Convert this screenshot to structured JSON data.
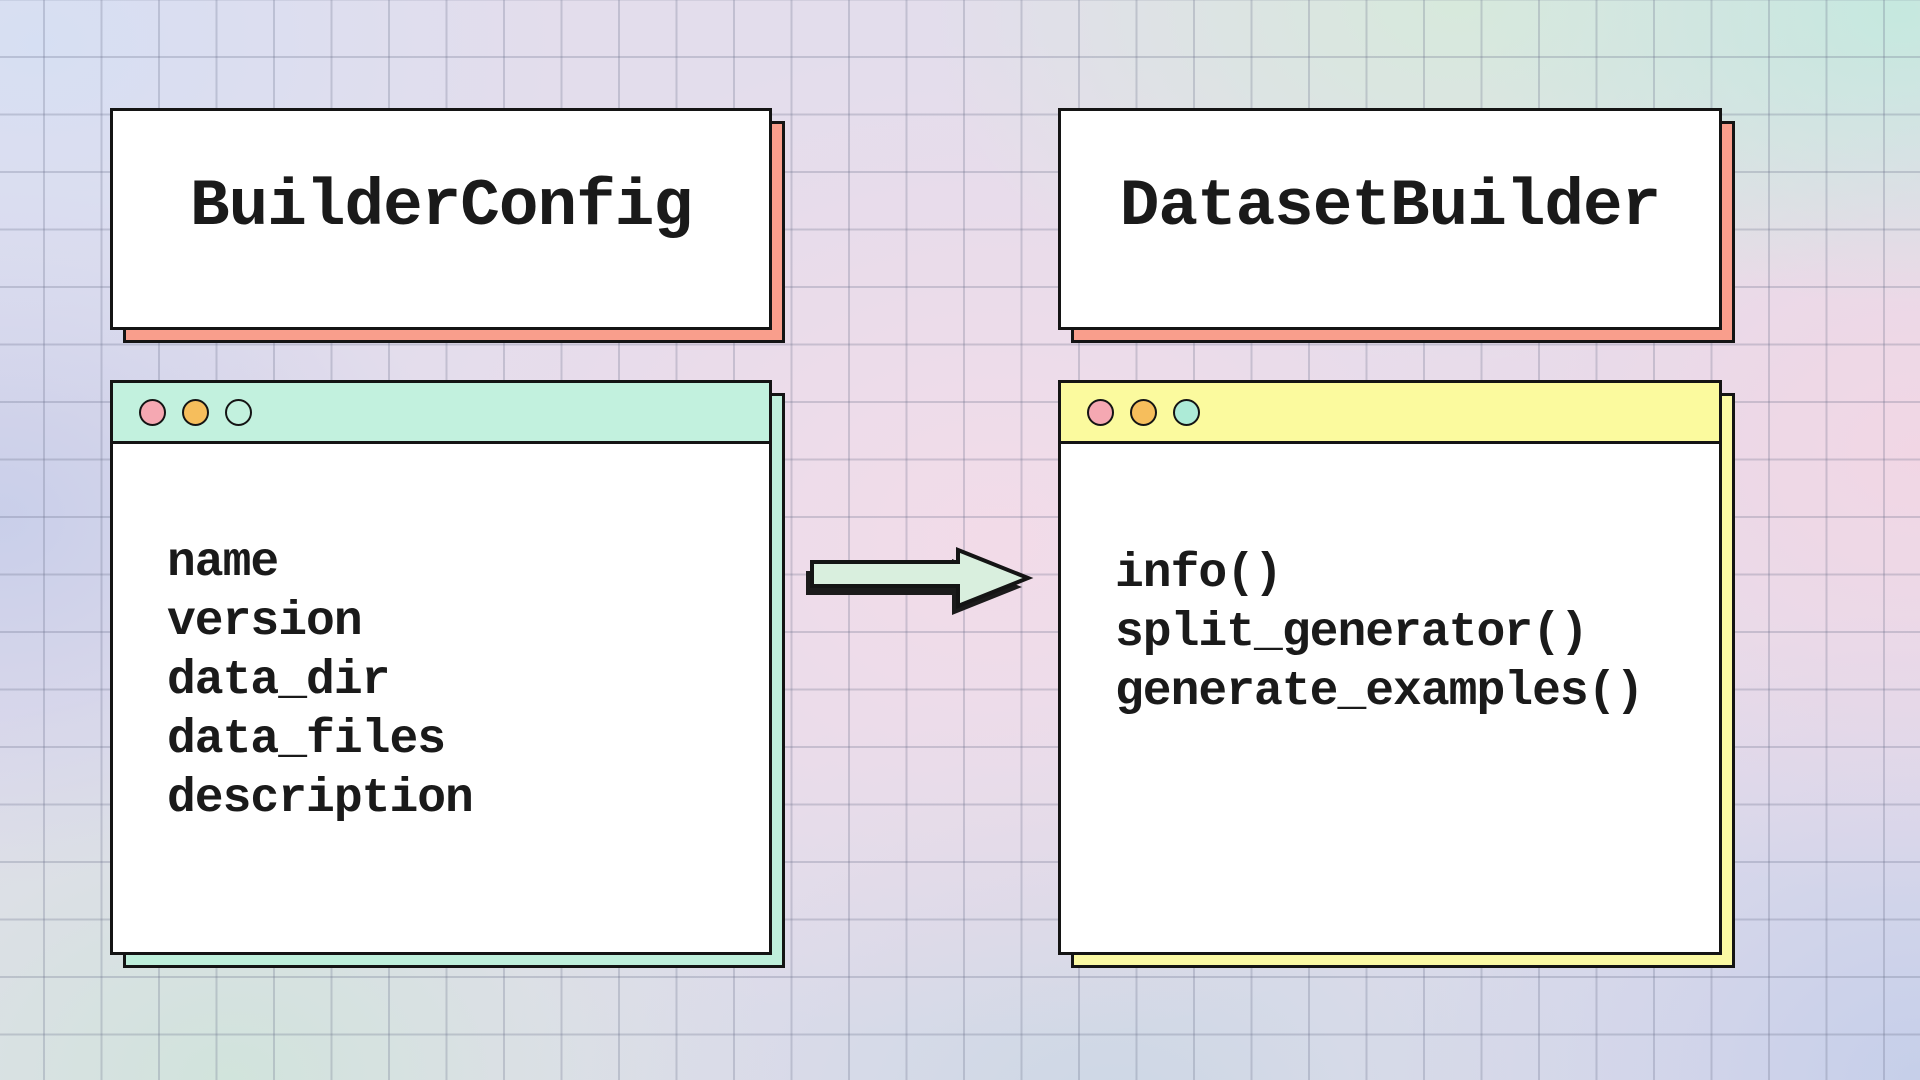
{
  "diagram": {
    "left": {
      "title_card": {
        "label": "BuilderConfig",
        "background": "#FFFFFF",
        "shadow_color": "#F99E8C"
      },
      "window": {
        "header_color": "#C2F1DE",
        "shadow_color": "#BEEFDB",
        "background": "#FFFFFF",
        "dots": [
          {
            "name": "close-dot",
            "color": "#F5A8B2"
          },
          {
            "name": "minimize-dot",
            "color": "#F6BE5C"
          },
          {
            "name": "maximize-dot",
            "color": "transparent"
          }
        ],
        "fields": [
          "name",
          "version",
          "data_dir",
          "data_files",
          "description"
        ]
      }
    },
    "right": {
      "title_card": {
        "label": "DatasetBuilder",
        "background": "#FFFFFF",
        "shadow_color": "#F99E8C"
      },
      "window": {
        "header_color": "#FBFA9E",
        "shadow_color": "#FAF9A3",
        "background": "#FFFFFF",
        "dots": [
          {
            "name": "close-dot",
            "color": "#F5A8B2"
          },
          {
            "name": "minimize-dot",
            "color": "#F6BE5C"
          },
          {
            "name": "maximize-dot",
            "color": "#ADEBD7"
          }
        ],
        "methods": [
          "info()",
          "split_generator()",
          "generate_examples()"
        ]
      }
    },
    "arrow": {
      "fill": "#D9EFDE",
      "outline": "#1A1A1A",
      "direction": "right"
    },
    "border_color": "#141414",
    "text_color": "#1A1A1A"
  }
}
